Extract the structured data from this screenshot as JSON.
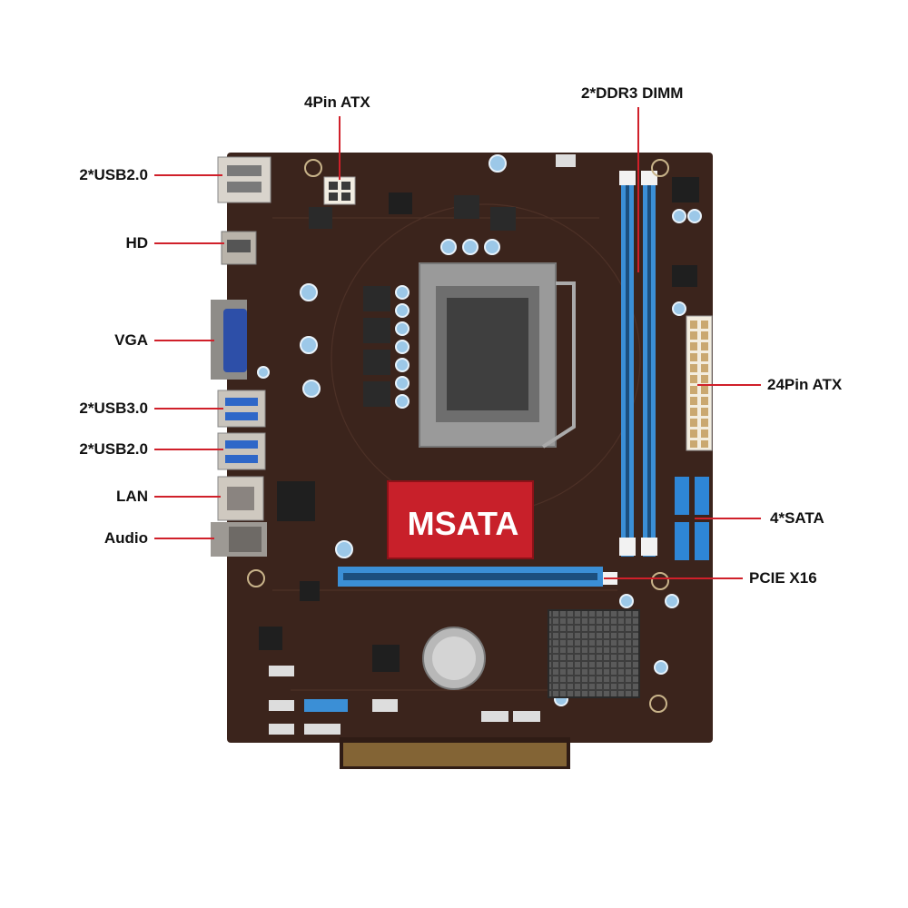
{
  "labels": {
    "pin4_atx": "4Pin ATX",
    "ddr3": "2*DDR3 DIMM",
    "usb20_top": "2*USB2.0",
    "hd": "HD",
    "vga": "VGA",
    "pin24_atx": "24Pin ATX",
    "usb30": "2*USB3.0",
    "usb20_bottom": "2*USB2.0",
    "lan": "LAN",
    "sata": "4*SATA",
    "audio": "Audio",
    "pcie": "PCIE X16"
  },
  "board": {
    "msata_text": "MSATA"
  },
  "colors": {
    "pcb": "#3b241c",
    "leader_line": "#d0202a",
    "dimm_blue": "#3b8fd6",
    "msata_red": "#c8202a",
    "heatsink": "#4a4a4a",
    "cap_blue": "#9cc8e8"
  }
}
